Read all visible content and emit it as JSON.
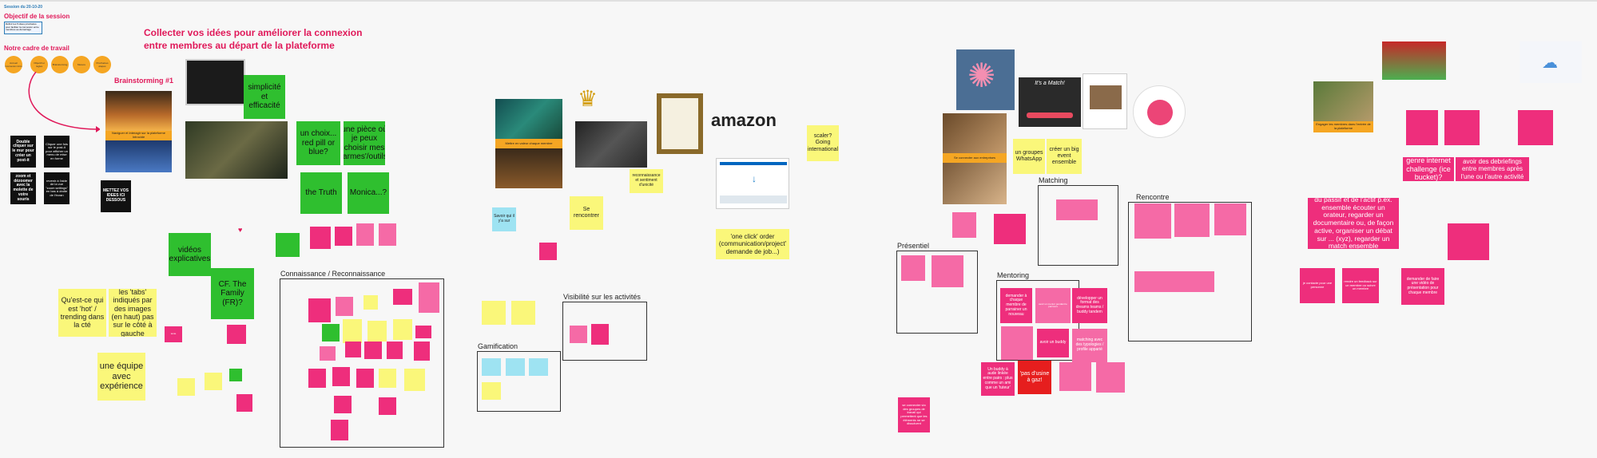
{
  "session": {
    "date_label": "Session du 20-10-20",
    "objective_title": "Objectif de la session",
    "objective_text": "Définir les 5 idées prioritaires pour faciliter la connexion entre membres au démarrage",
    "main_title": "Collecter vos idées pour améliorer la connexion entre membres au départ de la plateforme",
    "framework_title": "Notre cadre de travail",
    "framework_steps": [
      "Accueil Connexion Intro",
      "Objectif et règles",
      "Brainstorming",
      "Mesure",
      "Prochaines étapes"
    ],
    "brainstorm_title": "Brainstorming #1"
  },
  "instructions": {
    "double_click": "Double cliquer sur le mur pour créer un post-it",
    "click_once": "Cliquer une fois sur le post-it pour afficher un menu de mise en forme",
    "zoom": "zoom et dézoomer avec la molette de votre souris",
    "return": "revenir à l'aide de la vue \"zoom settings\" en bas à droite de l'écran",
    "put_ideas": "METTEZ VOS IDEES ICI DESSOUS"
  },
  "photo_captions": {
    "navigate": "Naviguer et interagir sur la plateforme Introcide",
    "stand_out": "Mettre en valeur chaque membre",
    "connect": "Se connecter aux entreprises",
    "engage": "Engager les membres dans l'entrée de la plateforme",
    "amazon": "amazon",
    "tinder": "It's a Match!"
  },
  "notes_left": {
    "simplicity": "simplicité et efficacité",
    "pill": "un choix... red pill or blue?",
    "room": "une pièce où je peux choisir mes 'armes'/outils",
    "truth": "the Truth",
    "monica": "Monica...?",
    "videos": "vidéos explicatives",
    "family": "CF. The Family (FR)?",
    "trending": "Qu'est-ce qui est 'hot' / trending dans la cté",
    "tabs": "les 'tabs' indiqués par des images (en haut) pas sur le côté à gauche",
    "team": "une équipe avec expérience"
  },
  "notes_mid": {
    "scaler": "scaler? Going international",
    "recognition": "reconnaissance et sentiment d'unicité",
    "rencontrer": "Se rencontrer",
    "savoir": "Savoir qui il y'a sur",
    "one_click": "'one click' order (communication/project' demande de job...)",
    "whatsapp": "un groupes WhatsApp",
    "big_event": "créer un big event ensemble"
  },
  "notes_right": {
    "debrief": "du passif et de l'actif p.ex. ensemble écouter un orateur, regarder un documentaire ou, de façon active, organiser un débat sur ... (xyz), regarder un match ensemble",
    "challenge": "genre internet challenge (ice bucket)?",
    "debrief2": "avoir des debriefings entre membres après l'une ou l'autre activité",
    "contact": "je contacte pour une personne",
    "feedback": "rendre un feedback sur un membre ou suivre un membre",
    "video_member": "demander de faire une vidéo de présentation pour chaque membre"
  },
  "notes_matching": {
    "demander": "demander à chaque membre de parrainer un nouveau",
    "developper": "développer un format des dreams teams / buddy tandem",
    "buddy": "Un buddy à aude linkée entre pairs : plus comme un ami que un 'tuteur'",
    "gaz": "'pas d'usine à gaz!",
    "mentor": "avoir un buddy",
    "matching": "matching avec des typologies / profile apparié",
    "connect_group": "se connecter via des groupes de travail qui permettent que les éléments ne se dissolvent",
    "feedback_mentor": "avoir un mentor pendant le parcours"
  },
  "frames": {
    "connaissance": "Connaissance / Reconnaissance",
    "gamification": "Gamification",
    "visibilite": "Visibilité sur les activités",
    "presentiel": "Présentiel",
    "matching": "Matching",
    "mentoring": "Mentoring",
    "rencontre": "Rencontre"
  },
  "small_text": "texte",
  "colors": {
    "accent_red": "#e0195a",
    "sticky_green": "#2fbf2f",
    "sticky_yellow": "#faf77a",
    "sticky_pink": "#ee2e7c",
    "framework_orange": "#f5a623"
  }
}
